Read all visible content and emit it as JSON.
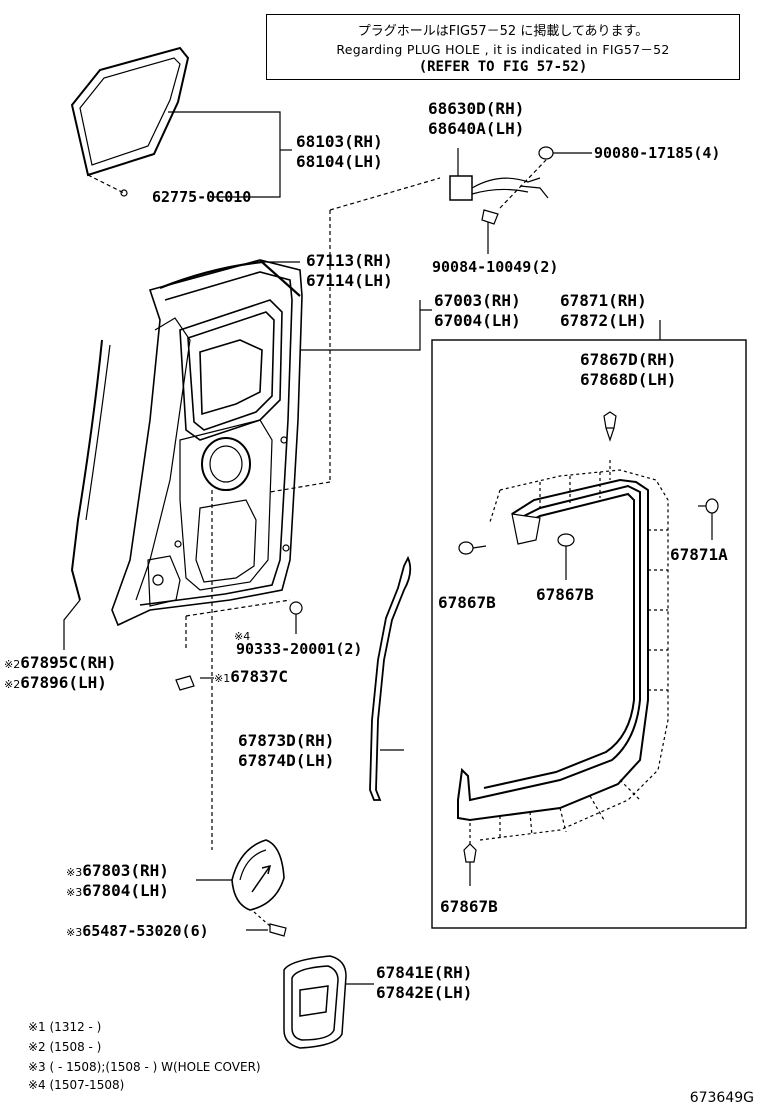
{
  "note": {
    "line1": "プラグホールはFIG57－52 に掲載してあります。",
    "line2": "Regarding  PLUG HOLE , it is indicated in FIG57－52",
    "line3": "(REFER TO FIG 57-52)"
  },
  "labels": {
    "l68103": "68103(RH)",
    "l68104": "68104(LH)",
    "l62775": "62775-0C010",
    "l68630": "68630D(RH)",
    "l68640": "68640A(LH)",
    "l90080": "90080-17185(4)",
    "l90084": "90084-10049(2)",
    "l67113": "67113(RH)",
    "l67114": "67114(LH)",
    "l67003": "67003(RH)",
    "l67004": "67004(LH)",
    "l67871": "67871(RH)",
    "l67872": "67872(LH)",
    "l67867d": "67867D(RH)",
    "l67868d": "67868D(LH)",
    "l67871a": "67871A",
    "l67867b_1": "67867B",
    "l67867b_2": "67867B",
    "l67867b_3": "67867B",
    "l90333": "90333-20001(2)",
    "l67895c": "67895C(RH)",
    "l67896": "67896(LH)",
    "l67837c": "67837C",
    "l67873d": "67873D(RH)",
    "l67874d": "67874D(LH)",
    "l67803": "67803(RH)",
    "l67804": "67804(LH)",
    "l65487": "65487-53020(6)",
    "l67841e": "67841E(RH)",
    "l67842e": "67842E(LH)"
  },
  "marks": {
    "m1": "※1",
    "m2": "※2",
    "m3": "※3",
    "m4": "※4"
  },
  "footnotes": [
    "※1 (1312 -       )",
    "※2 (1508 -       )",
    "※3 (       - 1508);(1508 -       ) W(HOLE COVER)",
    "※4 (1507-1508)"
  ],
  "diagram_code": "673649G"
}
